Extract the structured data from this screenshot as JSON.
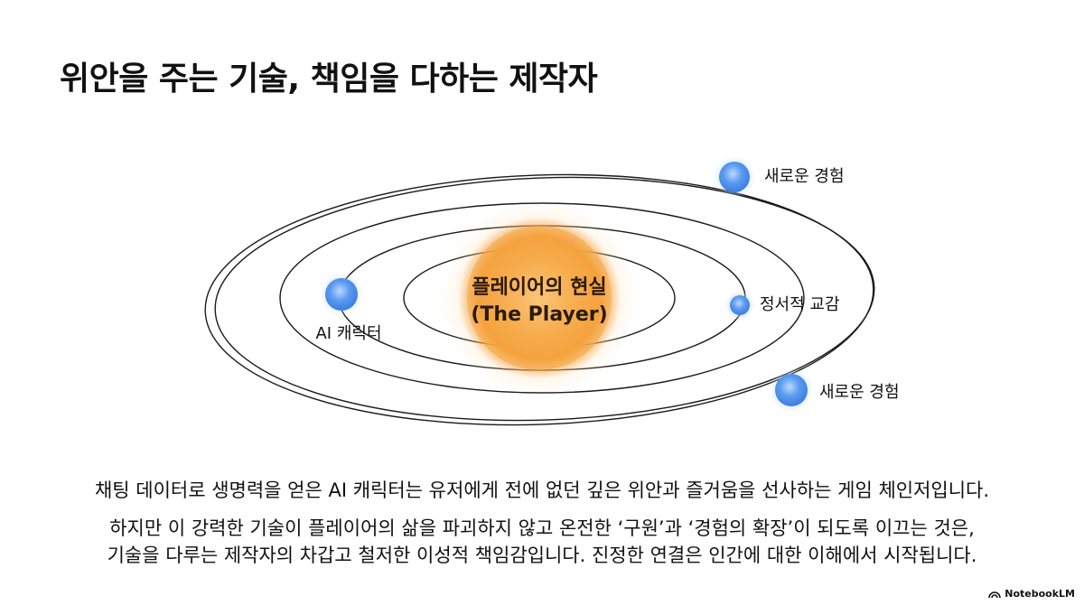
{
  "title": "위안을 주는 기술, 책임을 다하는 제작자",
  "diagram": {
    "center": {
      "line1": "플레이어의 현실",
      "line2": "(The Player)"
    },
    "planets": [
      {
        "label": "새로운 경험"
      },
      {
        "label": "AI 캐릭터"
      },
      {
        "label": "정서적 교감"
      },
      {
        "label": "새로운 경험"
      }
    ]
  },
  "body": {
    "paragraph1": "채팅 데이터로 생명력을 얻은 AI 캐릭터는 유저에게 전에 없던 깊은 위안과 즐거움을 선사하는 게임 체인저입니다.",
    "paragraph2_line1": "하지만 이 강력한 기술이 플레이어의 삶을 파괴하지 않고 온전한 ‘구원’과 ‘경험의 확장’이 되도록 이끄는 것은,",
    "paragraph2_line2": "기술을 다루는 제작자의 차갑고 철저한 이성적 책임감입니다. 진정한 연결은 인간에 대한 이해에서 시작됩니다."
  },
  "brand": {
    "name": "NotebookLM"
  },
  "colors": {
    "sun_core": "#f4a03c",
    "sun_glow": "#ffd9a0",
    "planet": "#5b9bf0",
    "planet_glow": "#cfe2ff",
    "orbit": "#1a1a1a"
  }
}
